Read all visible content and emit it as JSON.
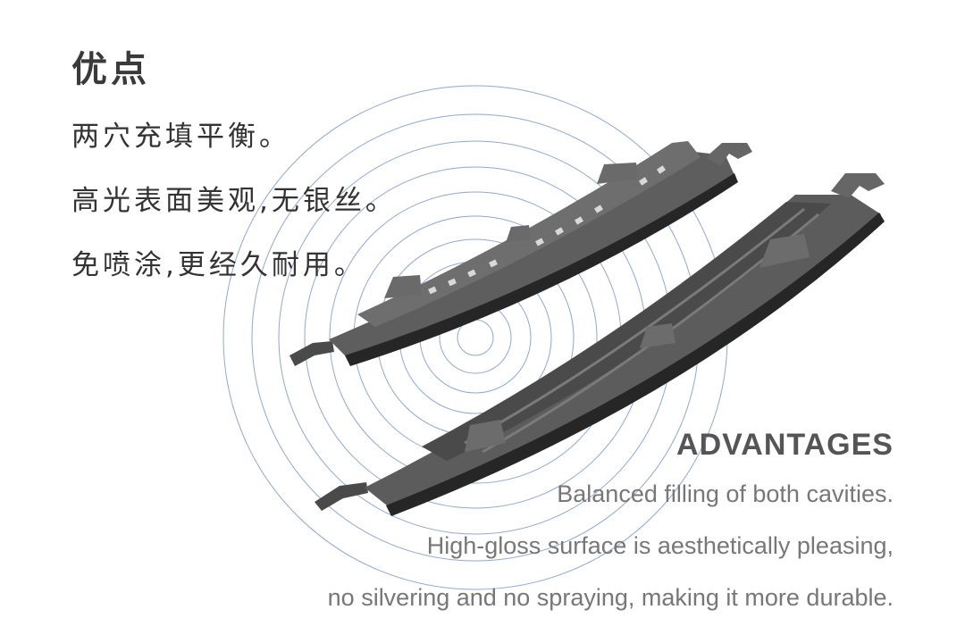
{
  "cn": {
    "title": "优点",
    "points": [
      "两穴充填平衡。",
      "高光表面美观,无银丝。",
      "免喷涂,更经久耐用。"
    ]
  },
  "en": {
    "title": "ADVANTAGES",
    "lines": [
      "Balanced filling of both cavities.",
      "High-gloss surface is aesthetically pleasing,",
      "no silvering and no spraying, making it more durable."
    ]
  },
  "colors": {
    "ring": "#8fa9cf",
    "part": "#585858",
    "part_dark": "#2e2e2e",
    "part_light": "#8a8a8a"
  }
}
